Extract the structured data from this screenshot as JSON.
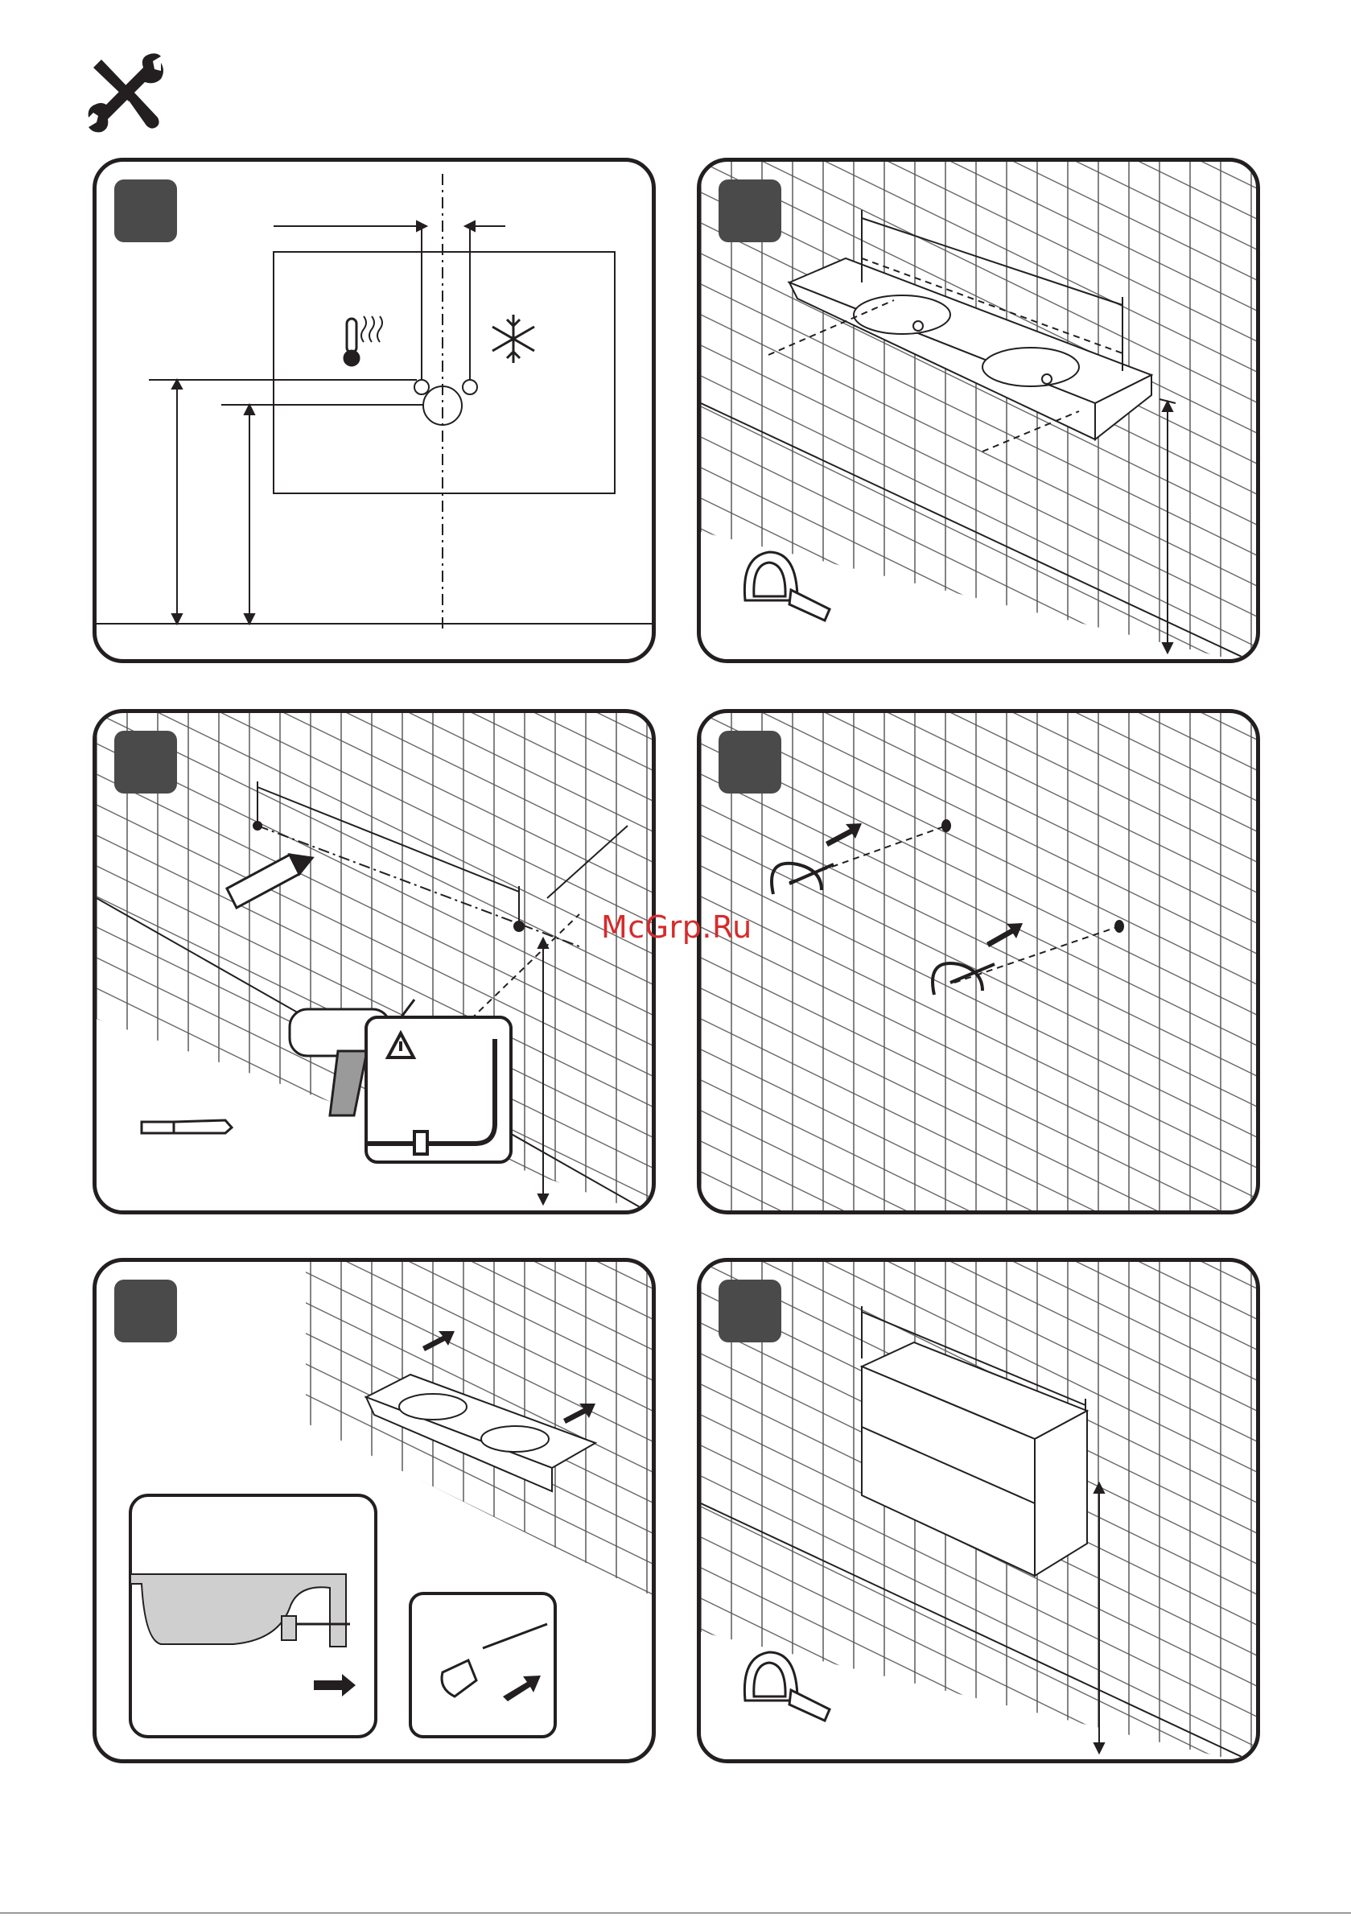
{
  "page": {
    "watermark": "McGrp.Ru",
    "icons": [
      "wrench-screwdriver-icon",
      "thermometer-icon",
      "snowflake-icon",
      "tape-measure-icon",
      "pencil-icon",
      "drill-icon",
      "drill-bit-icon",
      "warning-icon",
      "wall-plug-icon",
      "rotation-arrow-icon",
      "push-arrow-icon"
    ]
  },
  "steps": [
    {
      "panel": "faucet-connection-layout"
    },
    {
      "panel": "washbasin-height-measurement"
    },
    {
      "panel": "mark-and-drill-holes"
    },
    {
      "panel": "insert-wall-plugs"
    },
    {
      "panel": "hang-washbasin"
    },
    {
      "panel": "cabinet-placement-measurement"
    }
  ],
  "colors": {
    "line": "#231f20",
    "step_badge": "#4a4a4a",
    "watermark": "#d62b2b",
    "tile": "#555555"
  }
}
